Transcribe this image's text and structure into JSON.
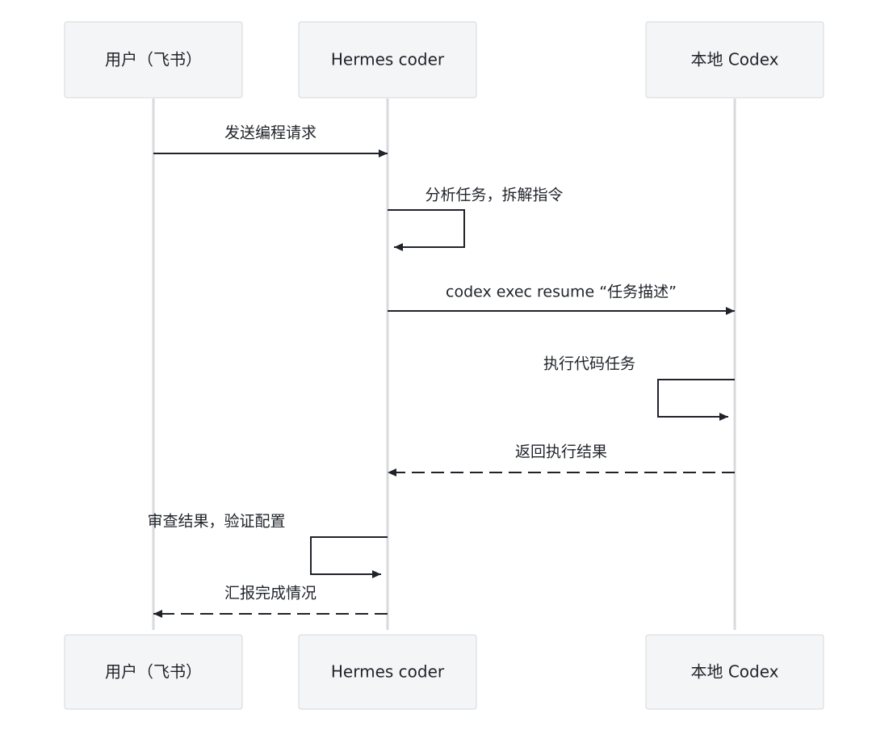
{
  "participants": [
    {
      "id": "user",
      "label": "用户（飞书）"
    },
    {
      "id": "hermes",
      "label": "Hermes coder"
    },
    {
      "id": "codex",
      "label": "本地 Codex"
    }
  ],
  "messages": [
    {
      "from": "user",
      "to": "hermes",
      "label": "发送编程请求",
      "style": "solid"
    },
    {
      "from": "hermes",
      "to": "hermes",
      "label": "分析任务，拆解指令",
      "style": "solid",
      "direction": "right"
    },
    {
      "from": "hermes",
      "to": "codex",
      "label": "codex exec resume “任务描述”",
      "style": "solid"
    },
    {
      "from": "codex",
      "to": "codex",
      "label": "执行代码任务",
      "style": "solid",
      "direction": "left"
    },
    {
      "from": "codex",
      "to": "hermes",
      "label": "返回执行结果",
      "style": "dashed"
    },
    {
      "from": "hermes",
      "to": "hermes",
      "label": "审查结果，验证配置",
      "style": "solid",
      "direction": "left"
    },
    {
      "from": "hermes",
      "to": "user",
      "label": "汇报完成情况",
      "style": "dashed"
    }
  ]
}
